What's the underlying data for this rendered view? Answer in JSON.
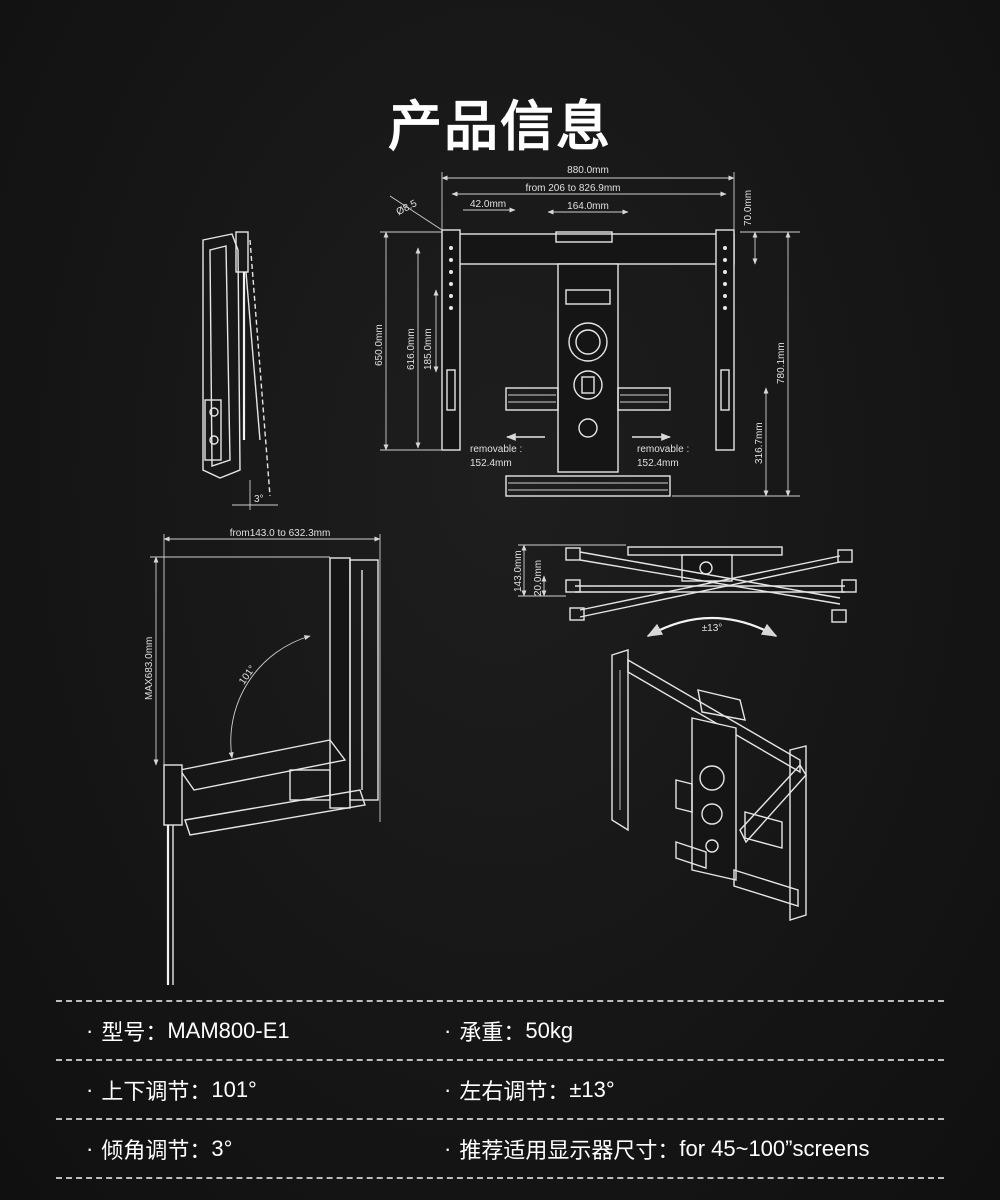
{
  "page": {
    "title": "产品信息"
  },
  "dimensions": {
    "overall_width": "880.0mm",
    "width_range": "from 206 to 826.9mm",
    "hole_diameter": "Ø8.5",
    "hole_spacing": "42.0mm",
    "center_width": "164.0mm",
    "top_offset": "70.0mm",
    "overall_height": "650.0mm",
    "inner_height": "616.0mm",
    "slot_height": "185.0mm",
    "total_height": "780.1mm",
    "lower_height": "316.7mm",
    "removable_label": "removable :",
    "removable_value": "152.4mm",
    "tilt_angle": "3°",
    "extension_range": "from143.0 to 632.3mm",
    "max_extension": "MAX683.0mm",
    "up_down_angle": "101°",
    "depth_total": "143.0mm",
    "depth_min": "20.0mm",
    "swivel_angle": "±13°"
  },
  "specs": [
    {
      "left": {
        "label": "型号：",
        "value": "MAM800-E1"
      },
      "right": {
        "label": "承重：",
        "value": "50kg"
      }
    },
    {
      "left": {
        "label": "上下调节：",
        "value": "101°"
      },
      "right": {
        "label": "左右调节：",
        "value": "±13°"
      }
    },
    {
      "left": {
        "label": "倾角调节：",
        "value": "3°"
      },
      "right": {
        "label": "推荐适用显示器尺寸：",
        "value": "for 45~100”screens"
      }
    }
  ],
  "bullet_symbol": "·",
  "colors": {
    "background": "#151515",
    "line": "#e6e6e6",
    "text": "#ffffff"
  }
}
